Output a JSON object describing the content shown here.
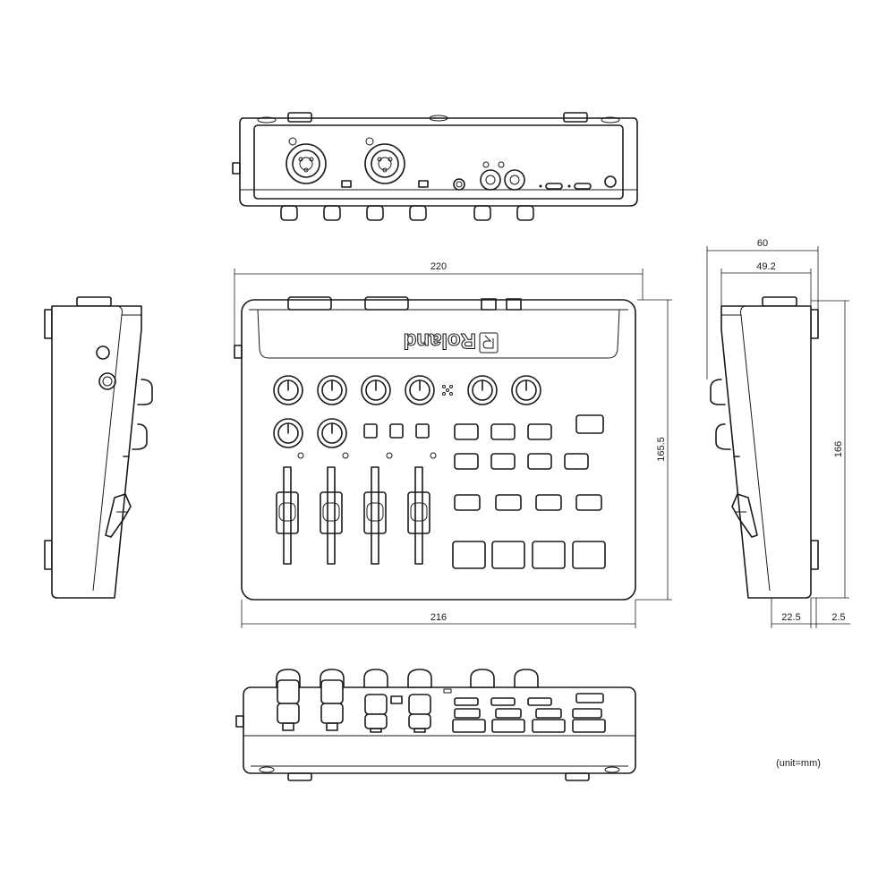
{
  "brand": "Roland",
  "unit_note": "(unit=mm)",
  "dimensions": {
    "top_width": "220",
    "bottom_width": "216",
    "depth_165_5": "165.5",
    "depth_166": "166",
    "height_60": "60",
    "height_49_2": "49.2",
    "offset_22_5": "22.5",
    "offset_2_5": "2.5"
  }
}
